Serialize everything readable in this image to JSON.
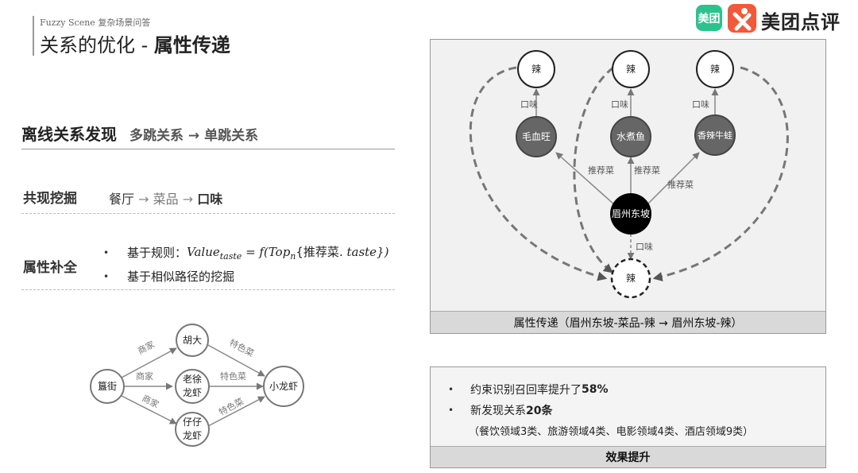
{
  "header": {
    "subtitle": "Fuzzy Scene 复杂场景问答",
    "title_main": "关系的优化 - ",
    "title_bold": "属性传递"
  },
  "brand": {
    "badge_text": "美团",
    "text": "美团点评",
    "badge_color": "#2bc28e",
    "logo_color": "#f1593a"
  },
  "section": {
    "title": "离线关系发现",
    "subtitle": "多跳关系 → 单跳关系"
  },
  "cooccur": {
    "label": "共现挖掘",
    "item1": "餐厅",
    "arrow": "→",
    "item2": "菜品",
    "item3": "口味"
  },
  "attr": {
    "label": "属性补全",
    "bullet1_prefix": "基于规则：",
    "bullet1_formula": "Value",
    "bullet1_sub": "taste",
    "bullet1_eq": " = f(Top",
    "bullet1_sub2": "n",
    "bullet1_rest_cn": "{推荐菜",
    "bullet1_rest": ". taste})",
    "bullet2": "基于相似路径的挖掘",
    "bullet_mark": "•"
  },
  "small_graph": {
    "nodes": {
      "guijie": "簋街",
      "huda": "胡大",
      "laoxu1": "老徐",
      "laoxu2": "龙虾",
      "zaizai1": "仔仔",
      "zaizai2": "龙虾",
      "xiaolongxia": "小龙虾"
    },
    "edges": {
      "shangjia1": "商家",
      "shangjia2": "商家",
      "shangjia3": "商家",
      "tese1": "特色菜",
      "tese2": "特色菜",
      "tese3": "特色菜"
    }
  },
  "diagram": {
    "nodes": {
      "la1": "辣",
      "la2": "辣",
      "la3": "辣",
      "maoxuewang": "毛血旺",
      "shuizhuyu": "水煮鱼",
      "xianglaniuwa": "香辣牛蛙",
      "meizhou": "眉州东坡",
      "la_target": "辣"
    },
    "edges": {
      "kouwei1": "口味",
      "kouwei2": "口味",
      "kouwei3": "口味",
      "kouwei4": "口味",
      "tuijian1": "推荐菜",
      "tuijian2": "推荐菜",
      "tuijian3": "推荐菜"
    },
    "caption": "属性传递（眉州东坡-菜品-辣  →  眉州东坡-辣）"
  },
  "results": {
    "bullet_mark": "•",
    "item1_prefix": "约束识别召回率提升了",
    "item1_bold": "58%",
    "item2_prefix": "新发现关系",
    "item2_bold": "20条",
    "item3": "（餐饮领域3类、旅游领域4类、电影领域4类、酒店领域9类）",
    "footer": "效果提升"
  }
}
